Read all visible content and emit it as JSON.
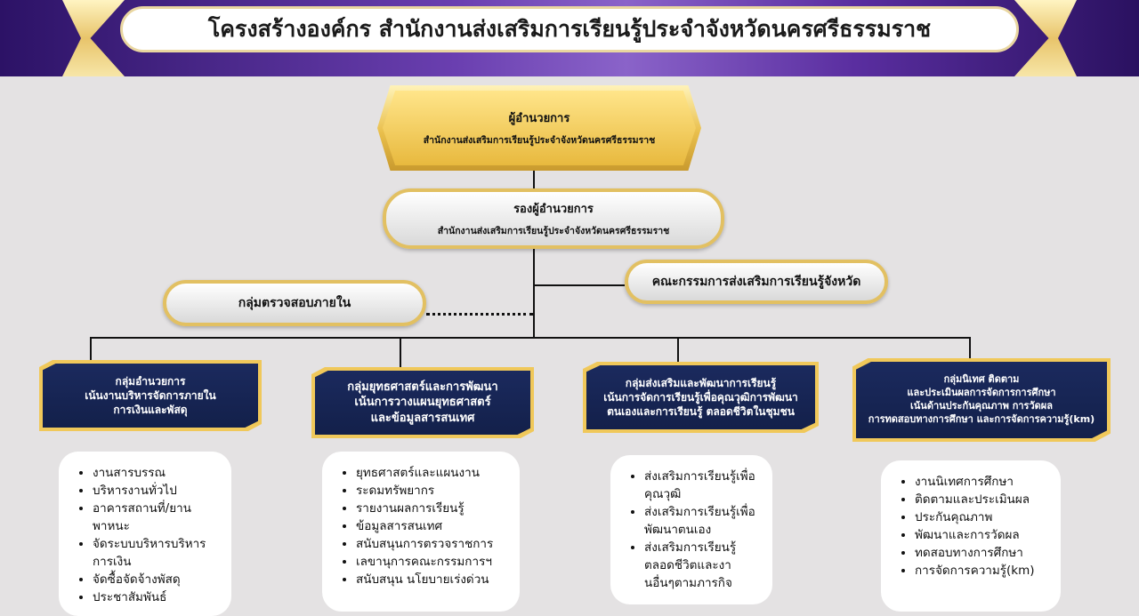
{
  "title": "โครงสร้างองค์กร สำนักงานส่งเสริมการเรียนรู้ประจำจังหวัดนครศรีธรรมราช",
  "director": {
    "title": "ผู้อำนวยการ",
    "subtitle": "สำนักงานส่งเสริมการเรียนรู้ประจำจังหวัดนครศรีธรรมราช"
  },
  "deputy": {
    "title": "รองผู้อำนวยการ",
    "subtitle": "สำนักงานส่งเสริมการเรียนรู้ประจำจังหวัดนครศรีธรรมราช"
  },
  "committee": "คณะกรรมการส่งเสริมการเรียนรู้จังหวัด",
  "audit": "กลุ่มตรวจสอบภายใน",
  "groups": [
    {
      "lines": [
        "กลุ่มอำนวยการ",
        "เน้นงานบริหารจัดการภายใน",
        "การเงินและพัสดุ"
      ],
      "duties": [
        "งานสารบรรณ",
        "บริหารงานทั่วไป",
        "อาคารสถานที่/ยานพาหนะ",
        "จัดระบบบริหารบริหารการเงิน",
        "จัดซื้อจัดจ้างพัสดุ",
        "ประชาสัมพันธ์"
      ]
    },
    {
      "lines": [
        "กลุ่มยุทธศาสตร์และการพัฒนา",
        "เน้นการวางแผนยุทธศาสตร์",
        "และข้อมูลสารสนเทศ"
      ],
      "duties": [
        "ยุทธศาสตร์และแผนงาน",
        "ระดมทรัพยากร",
        "รายงานผลการเรียนรู้",
        "ข้อมูลสารสนเทศ",
        "สนับสนุนการตรวจราชการ",
        "เลขานุการคณะกรรมการฯ",
        "สนับสนุน นโยบายเร่งด่วน"
      ]
    },
    {
      "lines": [
        "กลุ่มส่งเสริมและพัฒนาการเรียนรู้",
        "เน้นการจัดการเรียนรู้เพื่อคุณวุฒิการพัฒนา",
        "ตนเองและการเรียนรู้ ตลอดชีวิตในชุมชน"
      ],
      "duties": [
        "ส่งเสริมการเรียนรู้เพื่อคุณวุฒิ",
        "ส่งเสริมการเรียนรู้เพื่อพัฒนาตนเอง",
        "ส่งเสริมการเรียนรู้ตลอดชีวิตและงานอื่นๆตามภารกิจ"
      ]
    },
    {
      "lines": [
        "กลุ่มนิเทศ ติดตาม",
        "และประเมินผลการจัดการการศึกษา",
        "เน้นด้านประกันคุณภาพ การวัดผล",
        "การทดสอบทางการศึกษา และการจัดการความรู้(km)"
      ],
      "duties": [
        "งานนิเทศการศึกษา",
        "ติดตามและประเมินผล",
        "ประกันคุณภาพ",
        "พัฒนาและการวัดผล",
        "ทดสอบทางการศึกษา",
        "การจัดการความรู้(km)"
      ]
    }
  ]
}
